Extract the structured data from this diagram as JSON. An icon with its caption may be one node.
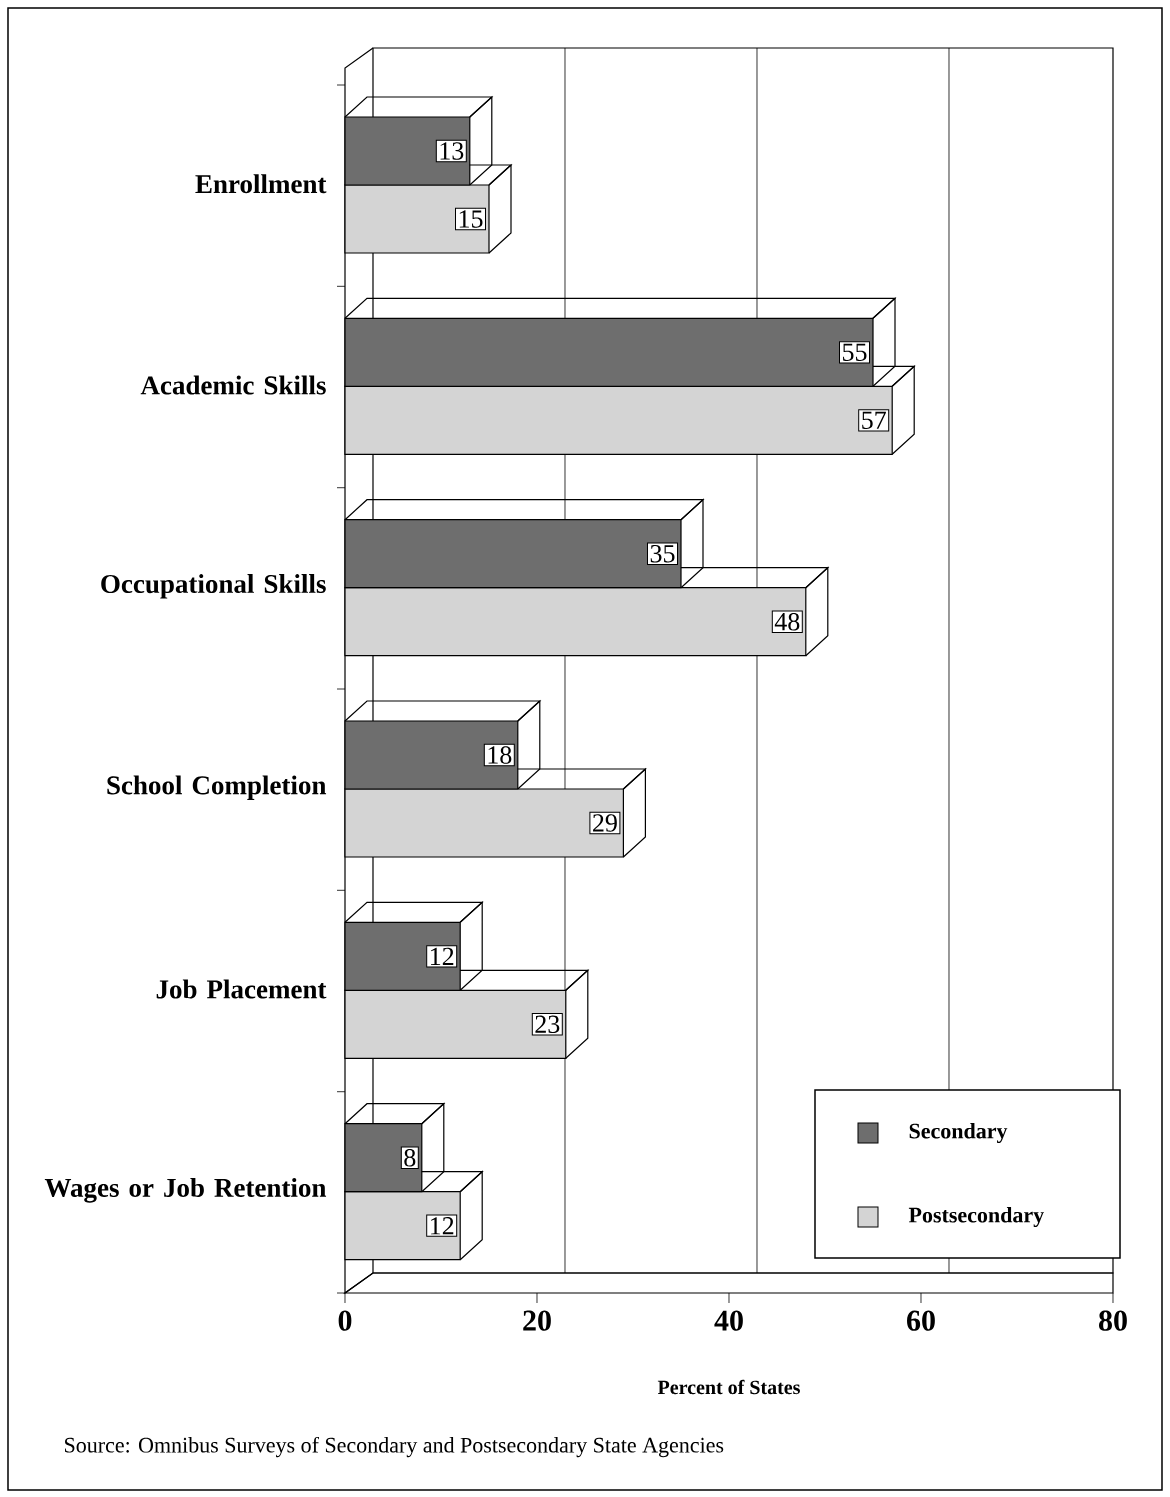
{
  "diagram": {
    "caption": "Source: Omnibus Surveys of Secondary and Postsecondary State Agencies",
    "chart_data": {
      "type": "bar",
      "orientation": "horizontal",
      "xlabel": "Percent of States",
      "categories": [
        "Enrollment",
        "Academic Skills",
        "Occupational Skills",
        "School Completion",
        "Job Placement",
        "Wages or Job Retention"
      ],
      "series": [
        {
          "name": "Secondary",
          "color": "#6e6e6e",
          "values": [
            13,
            55,
            35,
            18,
            12,
            8
          ]
        },
        {
          "name": "Postsecondary",
          "color": "#d4d4d4",
          "values": [
            15,
            57,
            48,
            29,
            23,
            12
          ]
        }
      ],
      "legend": "lower right",
      "xlim": [
        0,
        80
      ],
      "xticks": [
        0,
        20,
        40,
        60,
        80
      ],
      "data_labels": true
    }
  }
}
